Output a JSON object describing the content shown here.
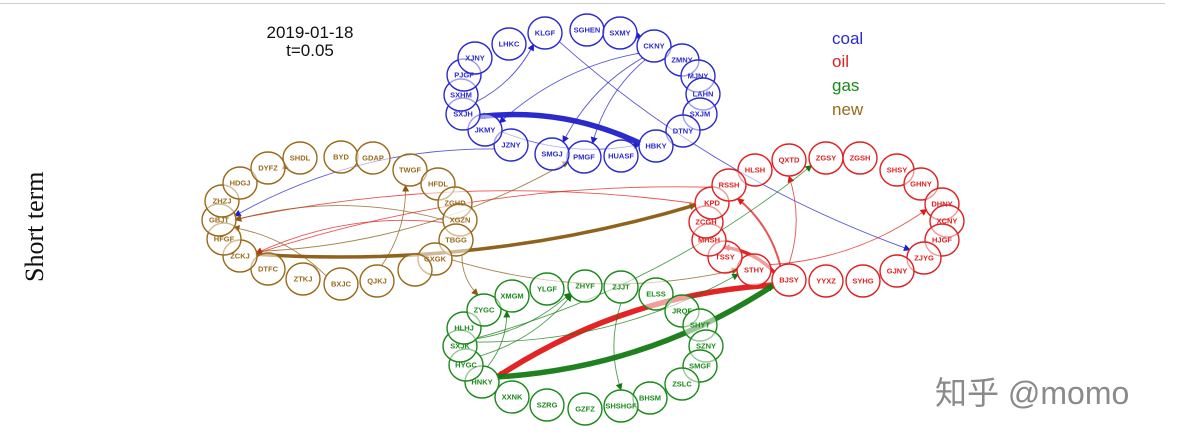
{
  "panel_label": "Short term",
  "date": "2019-01-18",
  "t_label": "t=0.05",
  "legend": [
    {
      "label": "coal",
      "color": "#2a2ad0"
    },
    {
      "label": "oil",
      "color": "#e02020"
    },
    {
      "label": "gas",
      "color": "#1a8a1a"
    },
    {
      "label": "new",
      "color": "#9a6a1a"
    }
  ],
  "watermark": "知乎 @momo",
  "clusters": {
    "coal": [
      "KLGF",
      "SGHEN",
      "SXMY",
      "CKNY",
      "ZMNY",
      "MJNY",
      "LAHN",
      "SXJM",
      "DTNY",
      "HBKY",
      "HUASF",
      "PMGF",
      "SMGJ",
      "JZNY",
      "JKMY",
      "SXJH",
      "SXHM",
      "PJGF",
      "XJNY",
      "LHKC"
    ],
    "new": [
      "SHDL",
      "BYD",
      "GDAP",
      "TWGF",
      "HFDL",
      "ZGHD",
      "XGZN",
      "TBGG",
      "GXGK",
      "",
      "QJKJ",
      "BXJC",
      "ZTKJ",
      "DTFC",
      "ZCKJ",
      "HFGF",
      "GBJT",
      "ZHZJ",
      "HDGJ",
      "DYFZ"
    ],
    "oil": [
      "HLSH",
      "QXTD",
      "ZGSY",
      "ZGSH",
      "SHSY",
      "GHNY",
      "DHNY",
      "XCNY",
      "HJGF",
      "ZJYG",
      "GJNY",
      "SYHG",
      "YYXZ",
      "BJSY",
      "STHY",
      "TSSY",
      "MHSH",
      "ZCGH",
      "KPD",
      "RSSH"
    ],
    "gas": [
      "ZHYF",
      "ZJJT",
      "ELSS",
      "JRQF",
      "SHYT",
      "SZNY",
      "SMGF",
      "ZSLC",
      "BHSM",
      "SHSHGF",
      "GZFZ",
      "SZRG",
      "XXNK",
      "HNKY",
      "HYGC",
      "SXJK",
      "HLHJ",
      "ZYGC",
      "XMGM",
      "YLGF"
    ]
  },
  "edges": [
    {
      "from": "HBKY",
      "to": "SXJH",
      "sector": "coal",
      "weight": 4
    },
    {
      "from": "SXJH",
      "to": "KLGF",
      "sector": "coal",
      "weight": 1
    },
    {
      "from": "CKNY",
      "to": "JKMY",
      "sector": "coal",
      "weight": 1
    },
    {
      "from": "CKNY",
      "to": "SMGJ",
      "sector": "coal",
      "weight": 1
    },
    {
      "from": "CKNY",
      "to": "PMGF",
      "sector": "coal",
      "weight": 1
    },
    {
      "from": "CKNY",
      "to": "SXMY",
      "sector": "coal",
      "weight": 1
    },
    {
      "from": "JKMY",
      "to": "HBKY",
      "sector": "coal",
      "weight": 1
    },
    {
      "from": "KLGF",
      "to": "ZJYG",
      "sector": "coal",
      "weight": 1
    },
    {
      "from": "JZNY",
      "to": "GBJT",
      "sector": "coal",
      "weight": 1
    },
    {
      "from": "BJSY",
      "to": "HNKY",
      "sector": "oil",
      "weight": 4
    },
    {
      "from": "BJSY",
      "to": "MHSH",
      "sector": "oil",
      "weight": 3
    },
    {
      "from": "BJSY",
      "to": "RSSH",
      "sector": "oil",
      "weight": 2
    },
    {
      "from": "BJSY",
      "to": "QXTD",
      "sector": "oil",
      "weight": 1
    },
    {
      "from": "STHY",
      "to": "DHNY",
      "sector": "oil",
      "weight": 1
    },
    {
      "from": "KPD",
      "to": "GBJT",
      "sector": "oil",
      "weight": 1
    },
    {
      "from": "XGZN",
      "to": "ZCKJ",
      "sector": "oil",
      "weight": 1
    },
    {
      "from": "RSSH",
      "to": "ZCKJ",
      "sector": "oil",
      "weight": 1
    },
    {
      "from": "ZCKJ",
      "to": "KPD",
      "sector": "new",
      "weight": 3
    },
    {
      "from": "QJKJ",
      "to": "TWGF",
      "sector": "new",
      "weight": 1
    },
    {
      "from": "TBGG",
      "to": "ZYGC",
      "sector": "new",
      "weight": 1
    },
    {
      "from": "XGZN",
      "to": "GBJT",
      "sector": "new",
      "weight": 1
    },
    {
      "from": "BXJC",
      "to": "GBJT",
      "sector": "new",
      "weight": 1
    },
    {
      "from": "ZCKJ",
      "to": "PMGF",
      "sector": "new",
      "weight": 1
    },
    {
      "from": "DYFZ",
      "to": "SHDL",
      "sector": "new",
      "weight": 1
    },
    {
      "from": "GXGK",
      "to": "STHY",
      "sector": "new",
      "weight": 1
    },
    {
      "from": "HNKY",
      "to": "BJSY",
      "sector": "gas",
      "weight": 4
    },
    {
      "from": "SXJK",
      "to": "ZHYF",
      "sector": "gas",
      "weight": 1
    },
    {
      "from": "HNKY",
      "to": "XMGM",
      "sector": "gas",
      "weight": 1
    },
    {
      "from": "SXJK",
      "to": "ZGSY",
      "sector": "gas",
      "weight": 1
    },
    {
      "from": "SXJK",
      "to": "STHY",
      "sector": "gas",
      "weight": 1
    },
    {
      "from": "ZJJT",
      "to": "SHSHGF",
      "sector": "gas",
      "weight": 1
    },
    {
      "from": "HYGC",
      "to": "ZHYF",
      "sector": "gas",
      "weight": 1
    }
  ]
}
